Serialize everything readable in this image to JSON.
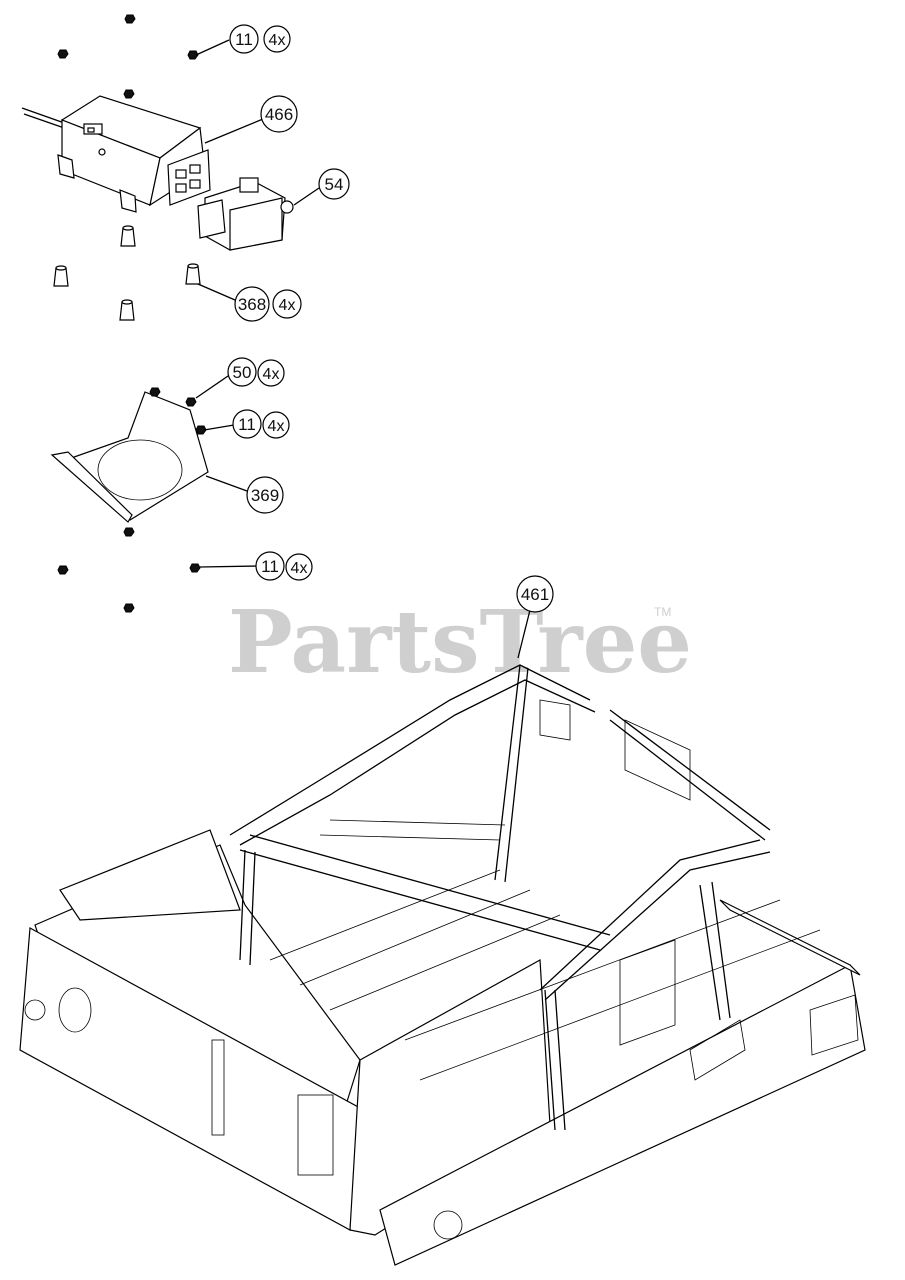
{
  "watermark": {
    "text": "PartsTree",
    "trademark": "TM"
  },
  "callouts": [
    {
      "id": "c1",
      "part": "11",
      "qty": "4x"
    },
    {
      "id": "c2",
      "part": "466",
      "qty": ""
    },
    {
      "id": "c3",
      "part": "54",
      "qty": ""
    },
    {
      "id": "c4",
      "part": "368",
      "qty": "4x"
    },
    {
      "id": "c5",
      "part": "50",
      "qty": "4x"
    },
    {
      "id": "c6",
      "part": "11",
      "qty": "4x"
    },
    {
      "id": "c7",
      "part": "369",
      "qty": ""
    },
    {
      "id": "c8",
      "part": "11",
      "qty": "4x"
    },
    {
      "id": "c9",
      "part": "461",
      "qty": ""
    }
  ]
}
